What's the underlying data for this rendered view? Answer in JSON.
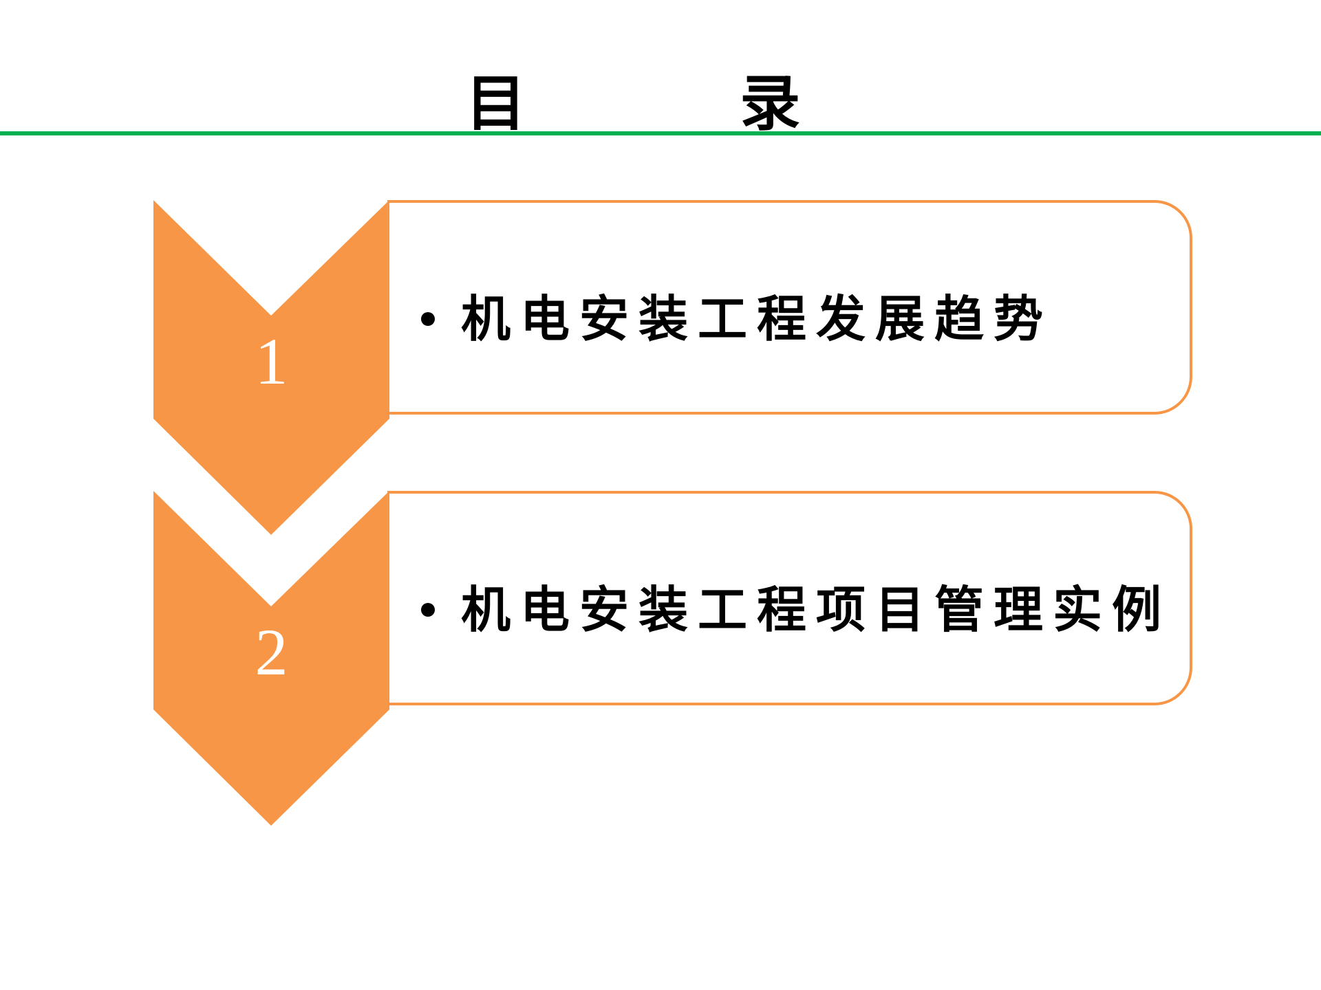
{
  "title": "目录",
  "title_display": "目 录",
  "colors": {
    "accent": "#F79646",
    "rule": "#00B050"
  },
  "items": [
    {
      "number": "1",
      "label": "机电安装工程发展趋势"
    },
    {
      "number": "2",
      "label": "机电安装工程项目管理实例"
    }
  ]
}
